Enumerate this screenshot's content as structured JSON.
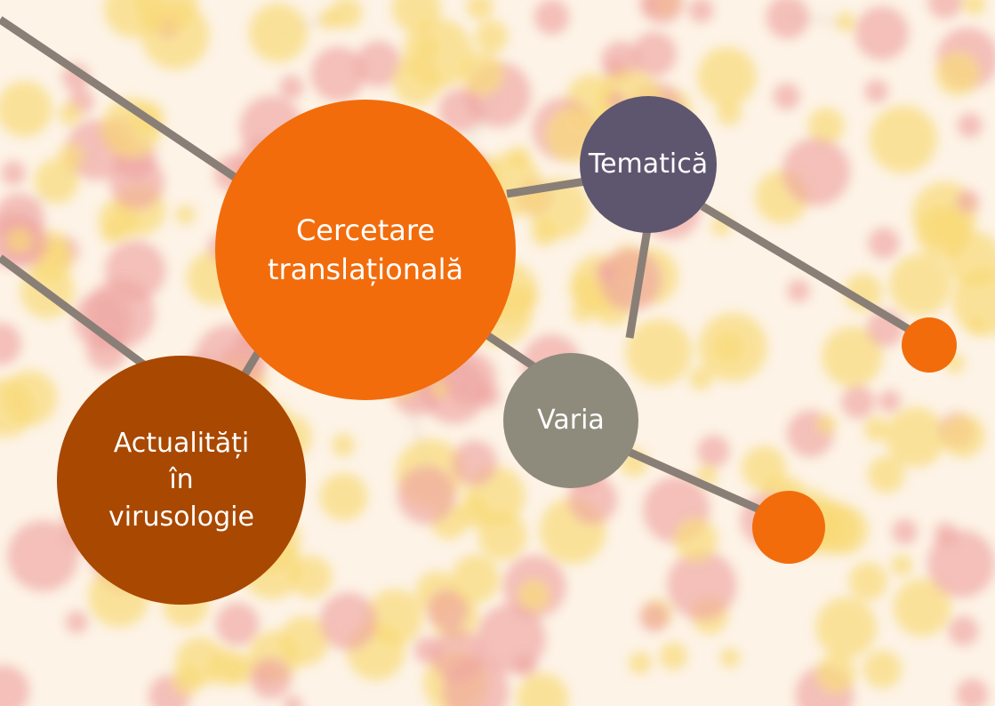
{
  "colors": {
    "orange": "#f26c0c",
    "purple_gray": "#5e566f",
    "warm_gray": "#8e8b7c",
    "rust": "#a94800",
    "link": "#8a7f76",
    "bg_yellow": "#f7d154",
    "bg_pink": "#ea8a8a"
  },
  "nodes": {
    "cercetare": {
      "lines": [
        "Cercetare",
        "translațională"
      ]
    },
    "tematica": {
      "lines": [
        "Tematică"
      ]
    },
    "varia": {
      "lines": [
        "Varia"
      ]
    },
    "actualitati": {
      "lines": [
        "Actualități",
        "în",
        "virusologie"
      ]
    }
  }
}
